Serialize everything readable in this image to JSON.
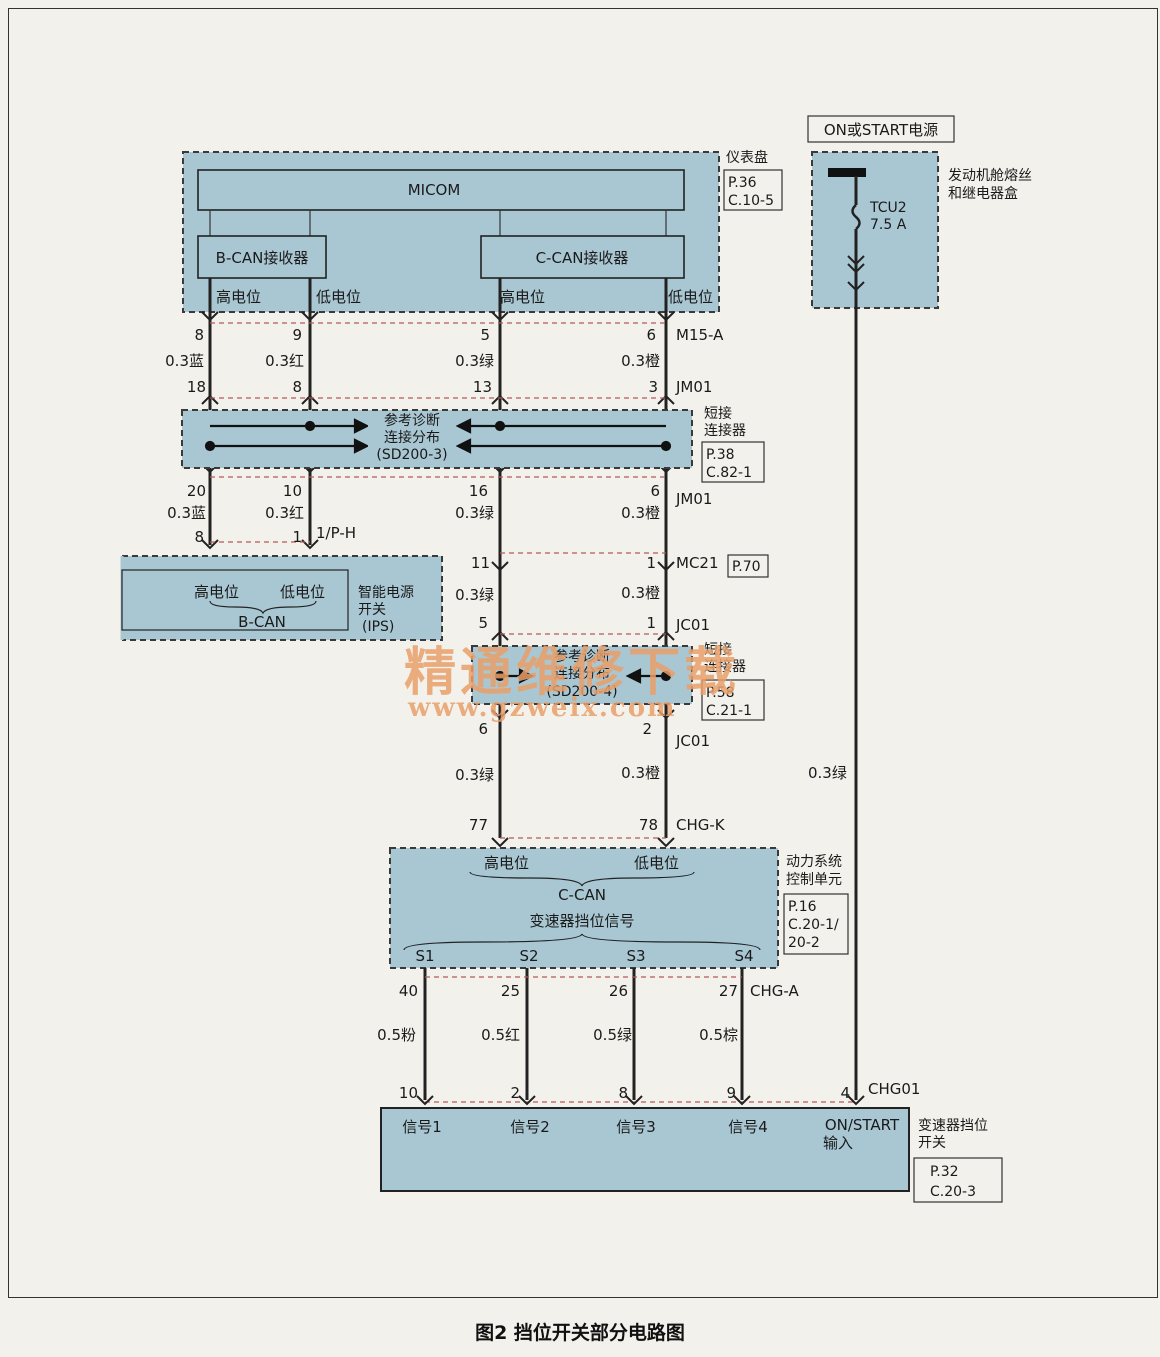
{
  "caption": "图2 挡位开关部分电路图",
  "power": {
    "label": "ON或START电源",
    "fuse_box": [
      "发动机舱熔丝",
      "和继电器盒"
    ],
    "fuse": [
      "TCU2",
      "7.5 A"
    ]
  },
  "cluster": {
    "name": "仪表盘",
    "ref": [
      "P.36",
      "C.10-5"
    ],
    "micom": "MICOM",
    "bcan": "B-CAN接收器",
    "ccan": "C-CAN接收器",
    "pins": [
      "高电位",
      "低电位",
      "高电位",
      "低电位"
    ]
  },
  "conn_m15": {
    "name": "M15-A",
    "pins": [
      "8",
      "9",
      "5",
      "6"
    ]
  },
  "wires1": [
    "0.3蓝",
    "0.3红",
    "0.3绿",
    "0.3橙"
  ],
  "conn_jm01a": {
    "name": "JM01",
    "pins": [
      "18",
      "8",
      "13",
      "3"
    ]
  },
  "joint1": {
    "name": [
      "短接",
      "连接器"
    ],
    "ref": [
      "P.38",
      "C.82-1"
    ],
    "center": [
      "参考诊断",
      "连接分布",
      "(SD200-3)"
    ]
  },
  "conn_jm01b": {
    "name": "JM01",
    "pins": [
      "20",
      "10",
      "16",
      "6"
    ]
  },
  "wires2": [
    "0.3蓝",
    "0.3红",
    "0.3绿",
    "0.3橙"
  ],
  "conn_ph": {
    "name": "1/P-H",
    "pins": [
      "8",
      "1"
    ]
  },
  "ips": {
    "name": [
      "智能电源",
      "开关",
      "(IPS)"
    ],
    "hi": "高电位",
    "lo": "低电位",
    "bus": "B-CAN"
  },
  "conn_mc21": {
    "name": "MC21",
    "ref": "P.70",
    "pins": [
      "11",
      "1"
    ]
  },
  "wires3": [
    "0.3绿",
    "0.3橙"
  ],
  "conn_jc01a": {
    "name": "JC01",
    "pins": [
      "5",
      "1"
    ]
  },
  "joint2": {
    "name": [
      "短接",
      "连接器"
    ],
    "ref": [
      "P.58",
      "C.21-1"
    ],
    "center": [
      "参考诊断",
      "连接分布",
      "(SD200-4)"
    ]
  },
  "conn_jc01b": {
    "name": "JC01",
    "pins": [
      "6",
      "2"
    ]
  },
  "wires4": [
    "0.3绿",
    "0.3橙"
  ],
  "power_wire": "0.3绿",
  "conn_chgk": {
    "name": "CHG-K",
    "pins": [
      "77",
      "78"
    ]
  },
  "pcm": {
    "name": [
      "动力系统",
      "控制单元"
    ],
    "ref": [
      "P.16",
      "C.20-1/",
      "20-2"
    ],
    "hi": "高电位",
    "lo": "低电位",
    "bus": "C-CAN",
    "signal": "变速器挡位信号",
    "outputs": [
      "S1",
      "S2",
      "S3",
      "S4"
    ]
  },
  "conn_chga": {
    "name": "CHG-A",
    "pins": [
      "40",
      "25",
      "26",
      "27"
    ]
  },
  "wires5": [
    "0.5粉",
    "0.5红",
    "0.5绿",
    "0.5棕"
  ],
  "conn_chg01": {
    "name": "CHG01",
    "pins": [
      "10",
      "2",
      "8",
      "9",
      "4"
    ]
  },
  "switch": {
    "name": [
      "变速器挡位",
      "开关"
    ],
    "ref": [
      "P.32",
      "C.20-3"
    ],
    "inputs": [
      "信号1",
      "信号2",
      "信号3",
      "信号4"
    ],
    "on_start": [
      "ON/START",
      "输入"
    ]
  },
  "watermark": {
    "line1": "精通维修下载",
    "line2": "www.gzweix.com"
  }
}
